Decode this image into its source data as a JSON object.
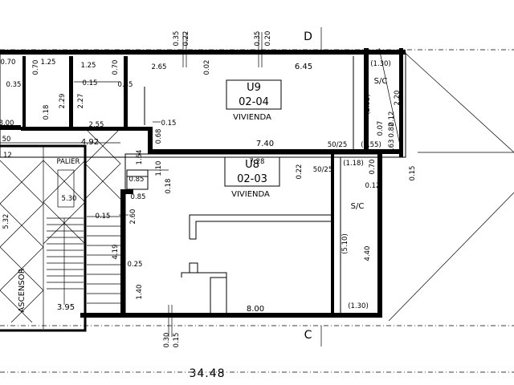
{
  "units": [
    {
      "code": "U9",
      "number": "02-04",
      "use": "VIVIENDA"
    },
    {
      "code": "U8",
      "number": "02-03",
      "use": "VIVIENDA"
    }
  ],
  "rooms": {
    "palier": "PALIER",
    "ascensor": "ASCENSOR",
    "sc_top": "S/C",
    "sc_mid": "S/C"
  },
  "section_marks": {
    "top": "D",
    "bottom": "C"
  },
  "overall_dimension": "34.48",
  "dims": {
    "d035a": "0.35",
    "d022": "0.22",
    "d035b": "0.35",
    "d020": "0.20",
    "d070a": "0.70",
    "d125a": "1.25",
    "d070b": "0.70",
    "d125b": "1.25",
    "d070c": "0.70",
    "d265": "2.65",
    "d002": "0.02",
    "d645": "6.45",
    "d130a": "(1.30)",
    "d035c": "0.35",
    "d015a": "0.15",
    "d035d": "0.35",
    "d229": "2.29",
    "d227": "2.27",
    "d018a": "0.18",
    "d800a": "8.00",
    "d255": "2.55",
    "d015b": "0.15",
    "d295": "(2.95)",
    "d220": "2.20",
    "d012a": "0.12",
    "d007": "0.07",
    "d082": "0.82",
    "d063": "0.63",
    "d492": "4.92",
    "d164": "1.64",
    "d068": "0.68",
    "d740": "7.40",
    "d5025a": "50/25",
    "d055": "(0.55)",
    "d015c": "0.15",
    "d050": "50",
    "d085a": "0.85",
    "d110": "1.10",
    "d728": "7.28",
    "d022b": "0.22",
    "d5025b": "50/25",
    "d118": "(1.18)",
    "d070d": "0.70",
    "d012b": "0.12",
    "d530": "5.30",
    "d085b": "0.85",
    "d018b": "0.18",
    "d532": "5.32",
    "d015d": "0.15",
    "d260": "2.60",
    "d510": "(5.10)",
    "d440": "4.40",
    "d419": "4.19",
    "d025": "0.25",
    "d140": "1.40",
    "d395": "3.95",
    "d800b": "8.00",
    "d130b": "(1.30)",
    "d030": "0.30",
    "d015e": "0.15",
    "d012c": "12"
  }
}
